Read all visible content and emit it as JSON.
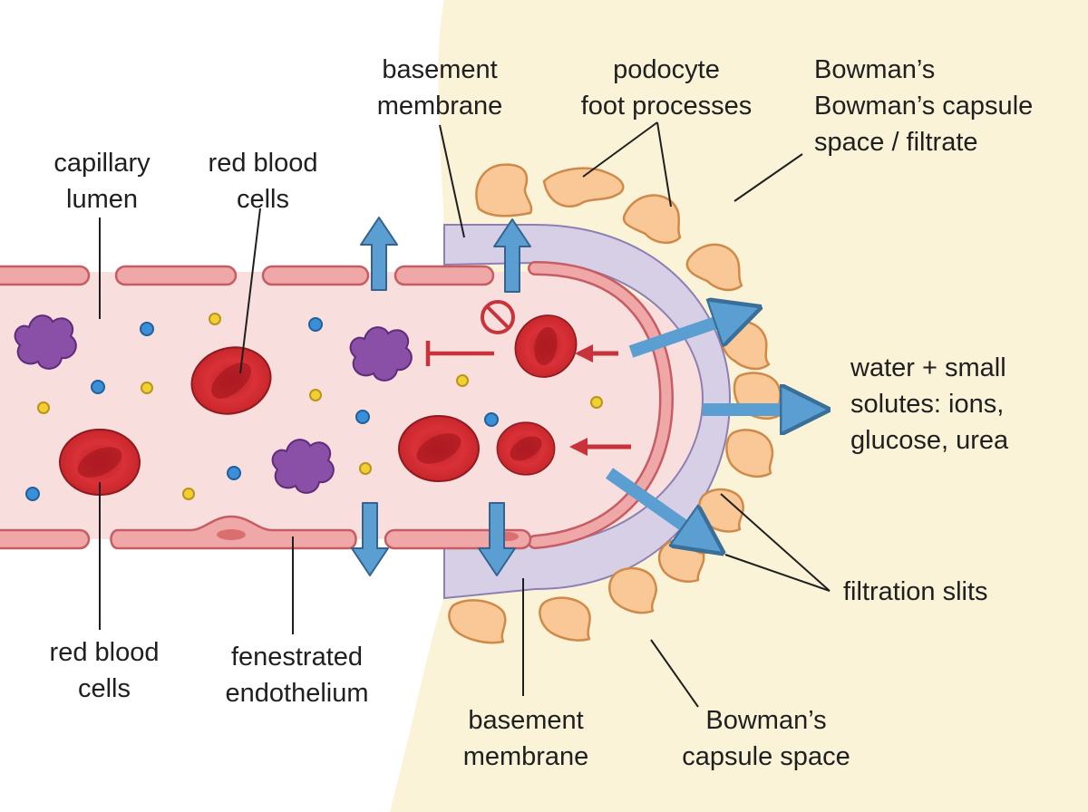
{
  "labels": {
    "capillary_lumen": [
      "capillary",
      "lumen"
    ],
    "rbc_top": [
      "red blood",
      "cells"
    ],
    "basement_top": [
      "basement",
      "membrane"
    ],
    "podocyte": [
      "podocyte",
      "foot processes"
    ],
    "bowman_top": [
      "Bowman’s",
      "Bowman’s capsule",
      "space / filtrate"
    ],
    "water": [
      "water + small",
      "solutes: ions,",
      "glucose, urea"
    ],
    "filtration_slits": [
      "filtration slits"
    ],
    "rbc_bottom": [
      "red blood",
      "cells"
    ],
    "endothelium": [
      "fenestrated",
      "endothelium"
    ],
    "basement_bottom": [
      "basement",
      "membrane"
    ],
    "bowman_bottom": [
      "Bowman’s",
      "capsule space"
    ]
  },
  "colors": {
    "filtrate_bg": "#faf3d8",
    "plasma": "#f9dede",
    "endothelium": "#f0a7a8",
    "endothelium_stroke": "#c65d63",
    "basement_membrane": "#d7cfe6",
    "podocyte": "#f9c896",
    "podocyte_stroke": "#cf8a4a",
    "red_blood_cell": "#d62f33",
    "protein": "#8a4fa6",
    "filtration_arrow": "#5b9fd2",
    "blocked_arrow": "#c8323a",
    "solute_blue": "#3b8fd9",
    "solute_yellow": "#f2cf33"
  }
}
